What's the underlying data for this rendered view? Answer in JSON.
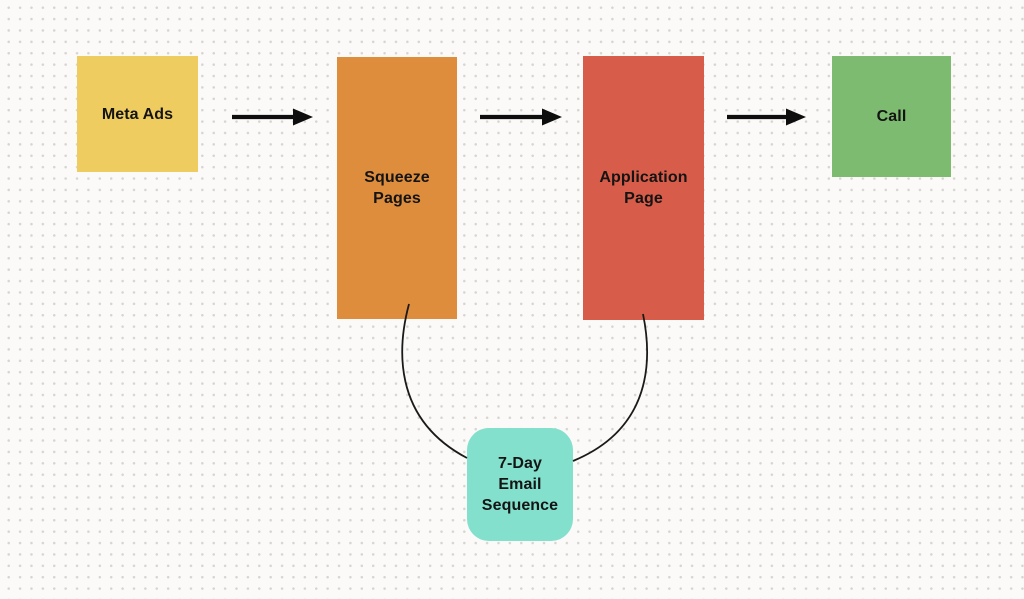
{
  "canvas": {
    "type": "whiteboard-dot-grid",
    "background_color": "#FBFAF8",
    "dot_color": "#D7D5D1",
    "connector_color": "#141414"
  },
  "nodes": {
    "meta_ads": {
      "label": "Meta Ads",
      "color": "#EFCC5F",
      "shape": "square"
    },
    "squeeze_pages": {
      "label": "Squeeze Pages",
      "color": "#DE8D3D",
      "shape": "tall-rectangle"
    },
    "application_page": {
      "label": "Application Page",
      "color": "#D75C49",
      "shape": "tall-rectangle"
    },
    "call": {
      "label": "Call",
      "color": "#7DBB70",
      "shape": "square"
    },
    "email_sequence": {
      "label": "7-Day Email Sequence",
      "color": "#82E0CC",
      "shape": "rounded-rectangle"
    }
  },
  "connectors": [
    {
      "from": "meta_ads",
      "to": "squeeze_pages",
      "style": "thick-straight-arrow"
    },
    {
      "from": "squeeze_pages",
      "to": "application_page",
      "style": "thick-straight-arrow"
    },
    {
      "from": "application_page",
      "to": "call",
      "style": "thick-straight-arrow"
    },
    {
      "from": "squeeze_pages",
      "to": "email_sequence",
      "style": "thin-curved-line"
    },
    {
      "from": "application_page",
      "to": "email_sequence",
      "style": "thin-curved-line"
    }
  ]
}
